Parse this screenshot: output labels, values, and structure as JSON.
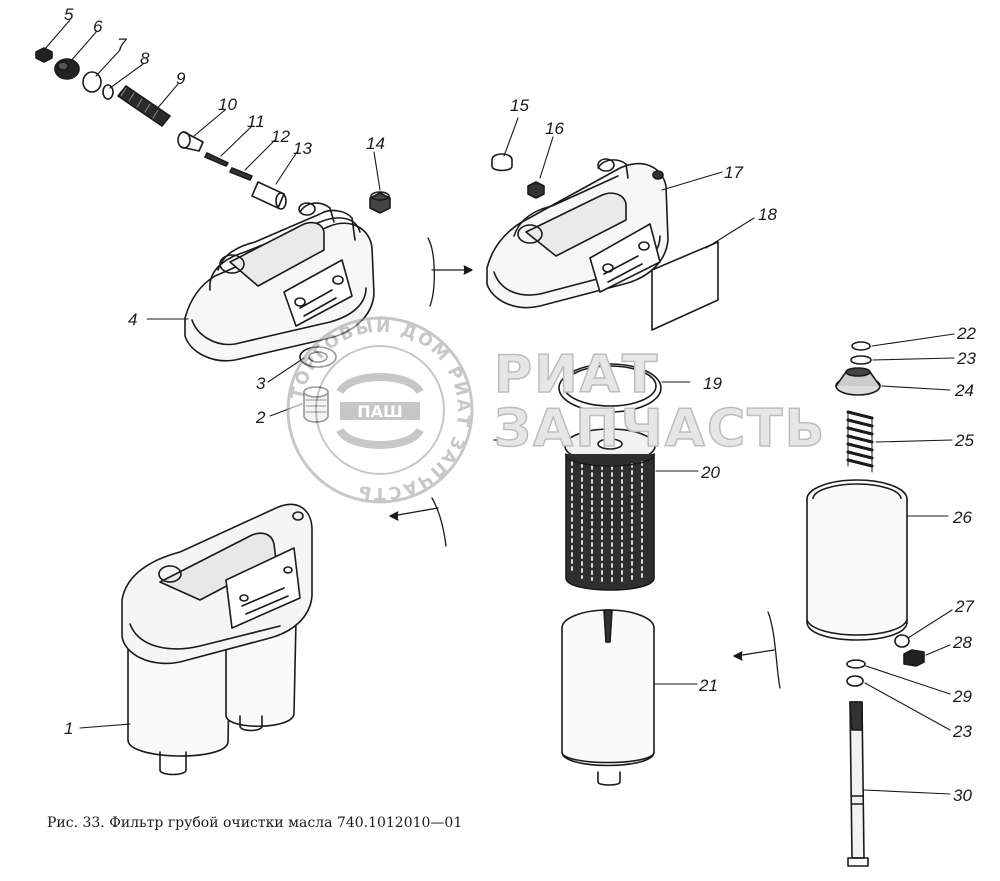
{
  "figure": {
    "caption": "Рис. 33. Фильтр грубой очистки масла 740.1012010—01",
    "part_labels": [
      "1",
      "2",
      "3",
      "4",
      "5",
      "6",
      "7",
      "8",
      "9",
      "10",
      "11",
      "12",
      "13",
      "14",
      "15",
      "16",
      "17",
      "18",
      "19",
      "20",
      "21",
      "22",
      "23",
      "24",
      "25",
      "26",
      "27",
      "28",
      "29",
      "23",
      "30"
    ]
  },
  "watermark": {
    "logo_ring_text": "ТОРГОВЫЙ ДОМ РИАТ ЗАПЧАСТЬ",
    "logo_center": "ПАШ",
    "brand_line_1": "РИАТ",
    "brand_line_2": "ЗАПЧАСТЬ"
  },
  "colors": {
    "ink": "#1a1a1a",
    "watermark": "#c8c8c8"
  }
}
